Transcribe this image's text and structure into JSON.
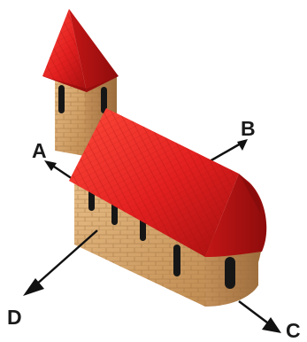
{
  "diagram": {
    "axes": [
      {
        "id": "A",
        "label": "A",
        "direction": "up-left"
      },
      {
        "id": "B",
        "label": "B",
        "direction": "up-right"
      },
      {
        "id": "C",
        "label": "C",
        "direction": "down-right"
      },
      {
        "id": "D",
        "label": "D",
        "direction": "down-left"
      }
    ],
    "colors": {
      "roof": "#e21f1f",
      "roof_dark": "#b31212",
      "stone": "#d9a86c",
      "stone_dark": "#a97a45",
      "window": "#161616",
      "axis": "#111111"
    }
  }
}
